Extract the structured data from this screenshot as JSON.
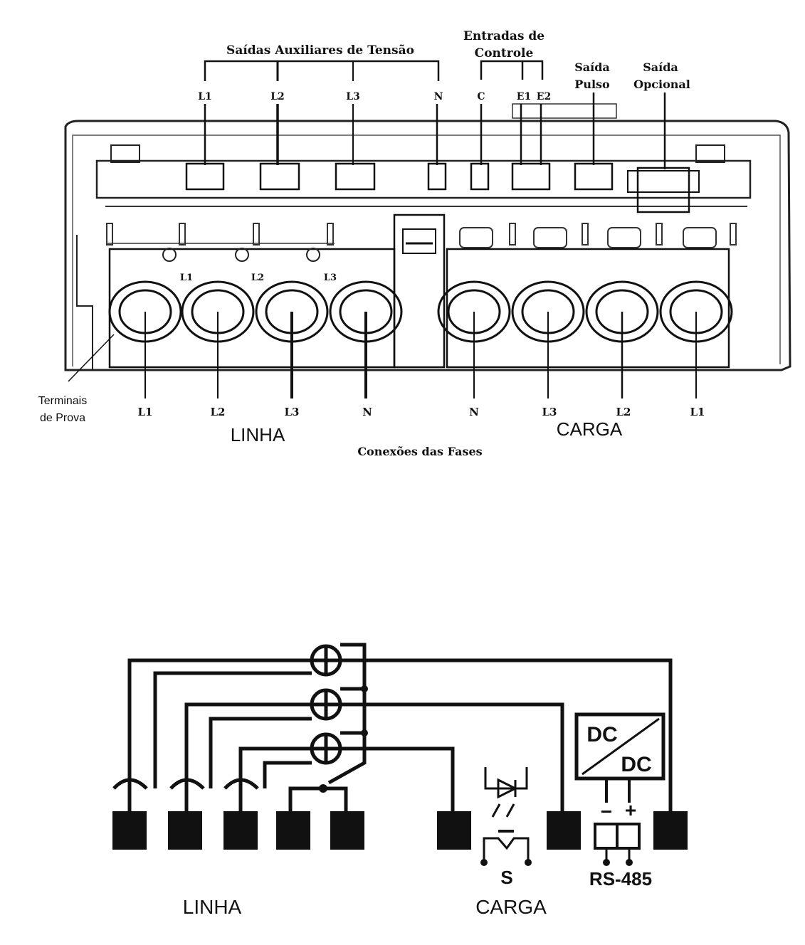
{
  "top": {
    "aux_voltage_outputs": {
      "title": "Saídas Auxiliares de Tensão",
      "labels": [
        "L1",
        "L2",
        "L3",
        "N"
      ]
    },
    "control_inputs": {
      "title_line1": "Entradas de",
      "title_line2": "Controle",
      "labels": [
        "C",
        "E1",
        "E2"
      ]
    },
    "pulse_output": {
      "line1": "Saída",
      "line2": "Pulso"
    },
    "optional_output": {
      "line1": "Saída",
      "line2": "Opcional"
    },
    "small_phase_labels": [
      "L1",
      "L2",
      "L3"
    ],
    "test_terminals": {
      "line1": "Terminais",
      "line2": "de Prova"
    },
    "terminal_labels": [
      "L1",
      "L2",
      "L3",
      "N",
      "N",
      "L3",
      "L2",
      "L1"
    ],
    "linha_label": "LINHA",
    "carga_label": "CARGA",
    "caption": "Conexões das Fases"
  },
  "bottom": {
    "dc_top": "DC",
    "dc_bottom": "DC",
    "minus": "−",
    "plus": "+",
    "rs485": "RS-485",
    "switch_label": "S",
    "linha_label": "LINHA",
    "carga_label": "CARGA"
  }
}
